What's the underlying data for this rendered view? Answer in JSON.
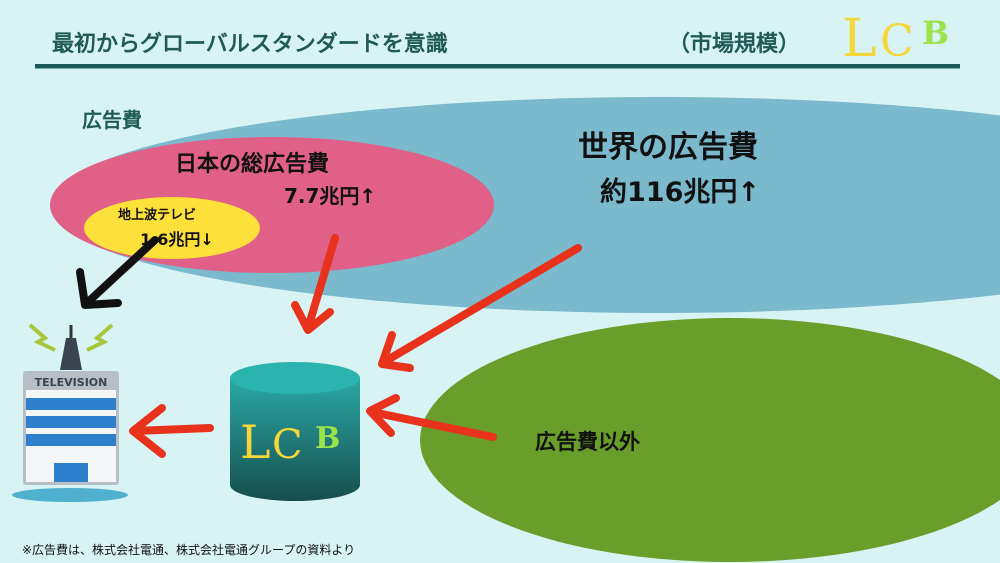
{
  "header": {
    "title": "最初からグローバルスタンダードを意識",
    "subtitle": "（市場規模）",
    "logo_text": "LCB"
  },
  "labels": {
    "ad_spend": "広告費",
    "world_title": "世界の広告費",
    "world_value": "約116兆円↑",
    "japan_title": "日本の総広告費",
    "japan_value": "7.7兆円↑",
    "tv_title": "地上波テレビ",
    "tv_value": "1.6兆円↓",
    "non_ad": "広告費以外",
    "tv_building_sign": "TELEVISION",
    "footnote": "※広告費は、株式会社電通、株式会社電通グループの資料より"
  },
  "colors": {
    "background": "#d8f3f4",
    "world": "#7bb9cc",
    "japan": "#e06088",
    "tv": "#fde03a",
    "other": "#6a9e2a",
    "arrow": "#e8321c",
    "title": "#1f5a55"
  }
}
